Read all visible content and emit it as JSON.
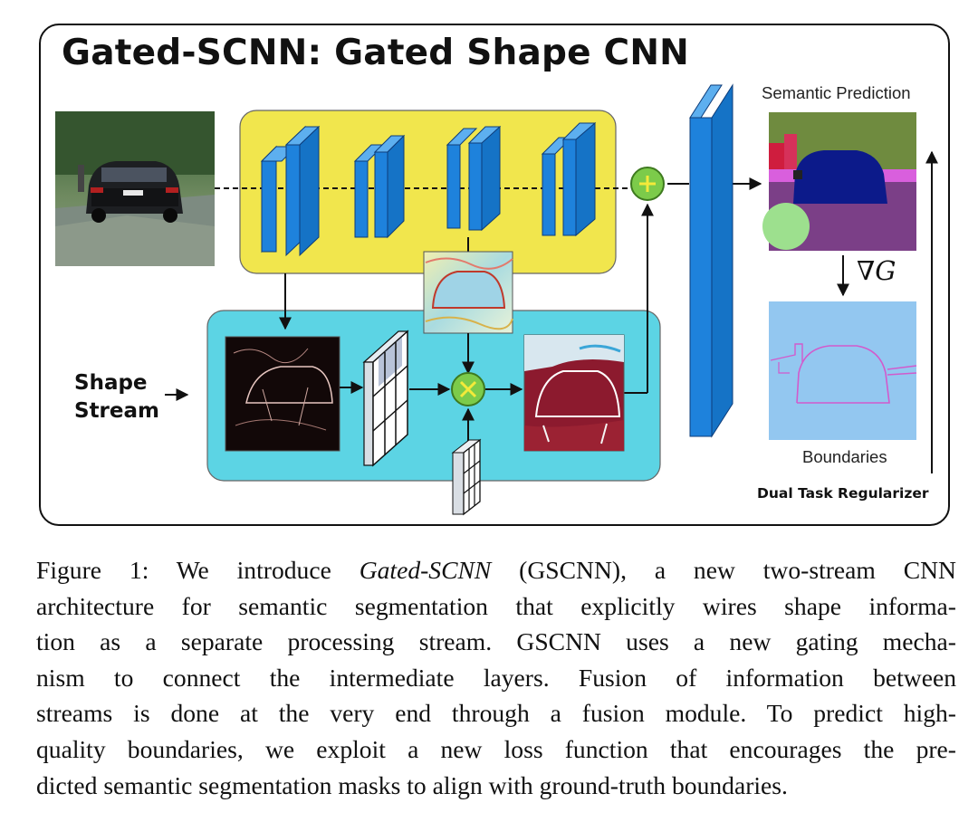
{
  "figure": {
    "title": "Gated-SCNN: Gated Shape CNN",
    "labels": {
      "shape_stream_line1": "Shape",
      "shape_stream_line2": "Stream",
      "semantic_prediction": "Semantic Prediction",
      "gradient": "∇G",
      "boundaries": "Boundaries",
      "dual_task_regularizer": "Dual Task Regularizer"
    },
    "colors": {
      "regular_stream_box": "#F1E64D",
      "shape_stream_box": "#5CD4E4",
      "conv_blocks": "#1E82DC",
      "fusion_symbol": "#7CCB4A",
      "semantic_purple": "#7B3F87",
      "semantic_car": "#0C1A8A",
      "boundary_bg": "#93C7F0",
      "boundary_edges": "#D25ACC"
    },
    "icons": {
      "add": "plus-circle-icon",
      "multiply": "times-circle-icon"
    }
  },
  "caption": {
    "prefix": "Figure 1: We introduce ",
    "name_italic": "Gated-SCNN",
    "line1_rest": " (GSCNN), a new two-stream CNN",
    "line2": "architecture for semantic segmentation that explicitly wires shape informa-",
    "line3": "tion as a separate processing stream. GSCNN uses a new gating mecha-",
    "line4": "nism to connect the intermediate layers. Fusion of information between",
    "line5": "streams is done at the very end through a fusion module. To predict high-",
    "line6": "quality boundaries, we exploit a new loss function that encourages the pre-",
    "line7": "dicted semantic segmentation masks to align with ground-truth boundaries."
  }
}
